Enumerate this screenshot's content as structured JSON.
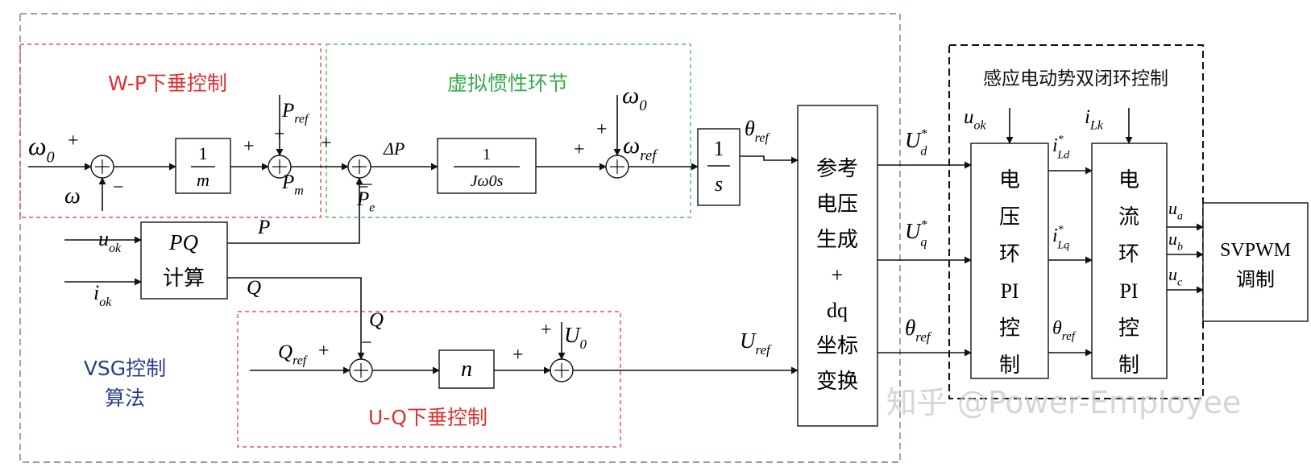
{
  "regions": {
    "wp": {
      "title": "W-P下垂控制",
      "color": "#e03030"
    },
    "vi": {
      "title": "虚拟惯性环节",
      "color": "#3aaa4a"
    },
    "uq": {
      "title": "U-Q下垂控制",
      "color": "#e03030"
    },
    "outer": {
      "color": "#6a7fa8"
    },
    "emf": {
      "title": "感应电动势双闭环控制",
      "color": "#111111"
    }
  },
  "vsg_label": {
    "line1": "VSG控制",
    "line2": "算法",
    "color": "#2a3f86"
  },
  "blocks": {
    "one_over_m": {
      "num": "1",
      "den": "m"
    },
    "inertia": {
      "num": "1",
      "den": "Jω0s"
    },
    "integrator": {
      "num": "1",
      "den": "s"
    },
    "pq": {
      "line1": "PQ",
      "line2": "计算"
    },
    "n": {
      "label": "n"
    },
    "ref_gen": {
      "lines": [
        "参考",
        "电压",
        "生成",
        "+",
        "dq",
        "坐标",
        "变换"
      ]
    },
    "voltage_pi": {
      "lines": [
        "电",
        "压",
        "环",
        "PI",
        "控",
        "制"
      ]
    },
    "current_pi": {
      "lines": [
        "电",
        "流",
        "环",
        "PI",
        "控",
        "制"
      ]
    },
    "svpwm": {
      "line1": "SVPWM",
      "line2": "调制"
    }
  },
  "signals": {
    "omega0": {
      "base": "ω",
      "sub": "0"
    },
    "omega": {
      "base": "ω"
    },
    "pref": {
      "base": "P",
      "sub": "ref"
    },
    "pm": {
      "base": "P",
      "sub": "m"
    },
    "pe": {
      "base": "P",
      "sub": "e"
    },
    "delta_p": {
      "base": "ΔP"
    },
    "omega0_b": {
      "base": "ω",
      "sub": "0"
    },
    "omega_ref": {
      "base": "ω",
      "sub": "ref"
    },
    "theta_ref": {
      "base": "θ",
      "sub": "ref"
    },
    "p": {
      "base": "P"
    },
    "q": {
      "base": "Q"
    },
    "q_in": {
      "base": "Q"
    },
    "u_ok": {
      "base": "u",
      "sub": "ok"
    },
    "i_ok": {
      "base": "i",
      "sub": "ok"
    },
    "qref": {
      "base": "Q",
      "sub": "ref"
    },
    "u0": {
      "base": "U",
      "sub": "0"
    },
    "uref": {
      "base": "U",
      "sub": "ref"
    },
    "ud": {
      "base": "U",
      "sub": "d",
      "sup": "*"
    },
    "uq_sig": {
      "base": "U",
      "sub": "q",
      "sup": "*"
    },
    "theta_ref2": {
      "base": "θ",
      "sub": "ref"
    },
    "u_ok2": {
      "base": "u",
      "sub": "ok"
    },
    "i_lk": {
      "base": "i",
      "sub": "Lk"
    },
    "i_ld": {
      "base": "i",
      "sub": "Ld",
      "sup": "*"
    },
    "i_lq": {
      "base": "i",
      "sub": "Lq",
      "sup": "*"
    },
    "theta_ref3": {
      "base": "θ",
      "sub": "ref"
    },
    "ua": {
      "base": "u",
      "sub": "a"
    },
    "ub": {
      "base": "u",
      "sub": "b"
    },
    "uc": {
      "base": "u",
      "sub": "c"
    }
  },
  "signs": {
    "plus": "+",
    "minus": "−"
  },
  "watermark": "知乎 @Power-Employee"
}
